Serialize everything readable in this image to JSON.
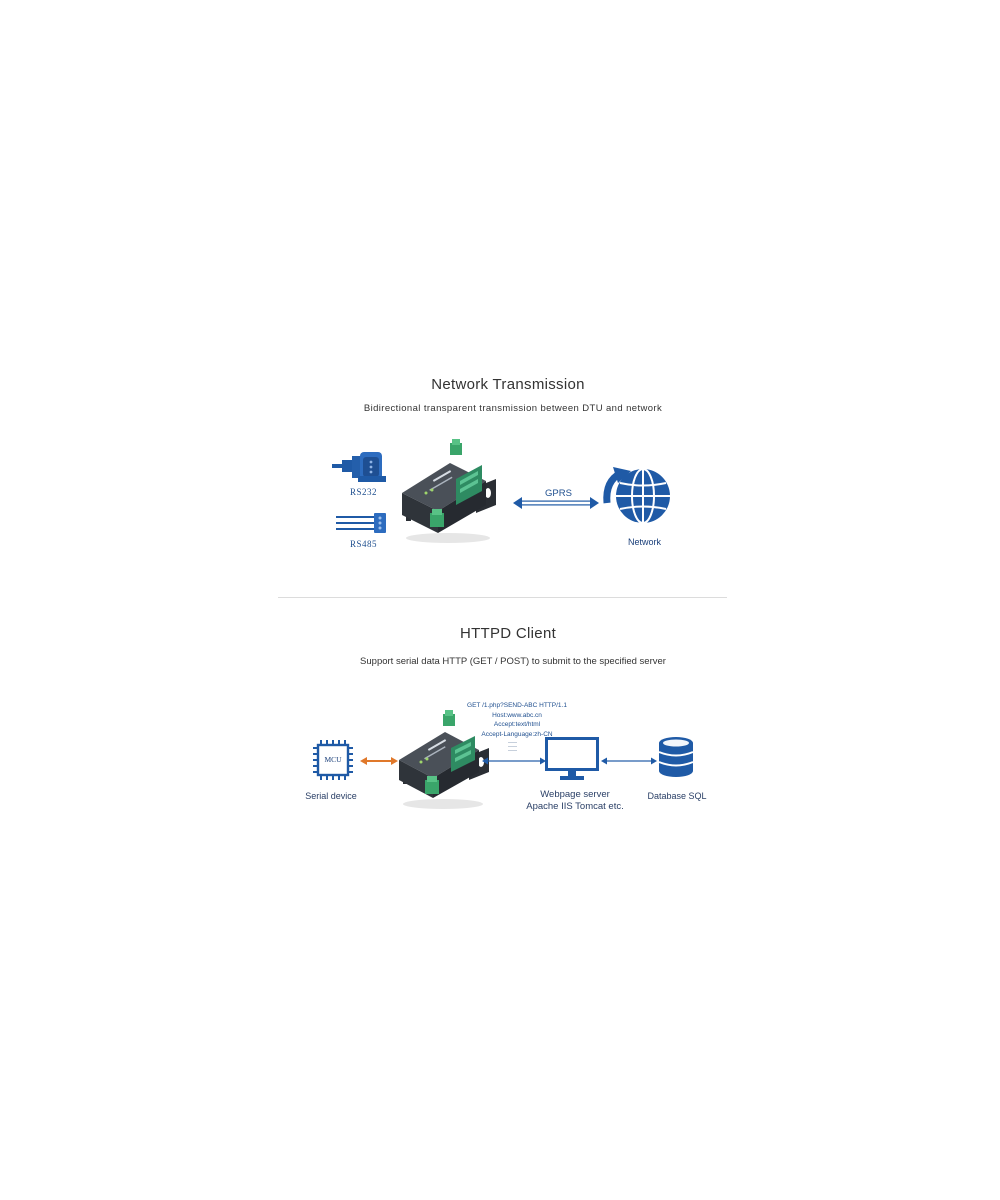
{
  "sections": [
    {
      "title": "Network Transmission",
      "subtitle": "Bidirectional transparent transmission between DTU and network",
      "labels": {
        "rs232": "RS232",
        "rs485": "RS485",
        "link": "GPRS",
        "network": "Network"
      }
    },
    {
      "title": "HTTPD Client",
      "subtitle": "Support serial data HTTP (GET / POST) to submit to the specified server",
      "labels": {
        "mcu_chip": "MCU",
        "serial_device": "Serial device",
        "server_line1": "Webpage server",
        "server_line2": "Apache IIS Tomcat etc.",
        "database": "Database SQL"
      },
      "http_request": [
        "GET /1.php?SEND-ABC HTTP/1.1",
        "Host:www.abc.cn",
        "Accept:text/html",
        "Accept-Language:zh-CN"
      ]
    }
  ],
  "colors": {
    "accent_blue": "#1f5aa6",
    "dark_blue": "#1a3f7a",
    "device_body": "#3a4048",
    "device_green": "#2e8b62",
    "serial_arrow": "#e0782a"
  },
  "icons": {
    "rs232": "db9-connector-icon",
    "rs485": "terminal-wires-icon",
    "network": "globe-arrow-icon",
    "mcu": "chip-icon",
    "server": "monitor-icon",
    "database": "database-icon",
    "device": "dtu-device-icon"
  }
}
